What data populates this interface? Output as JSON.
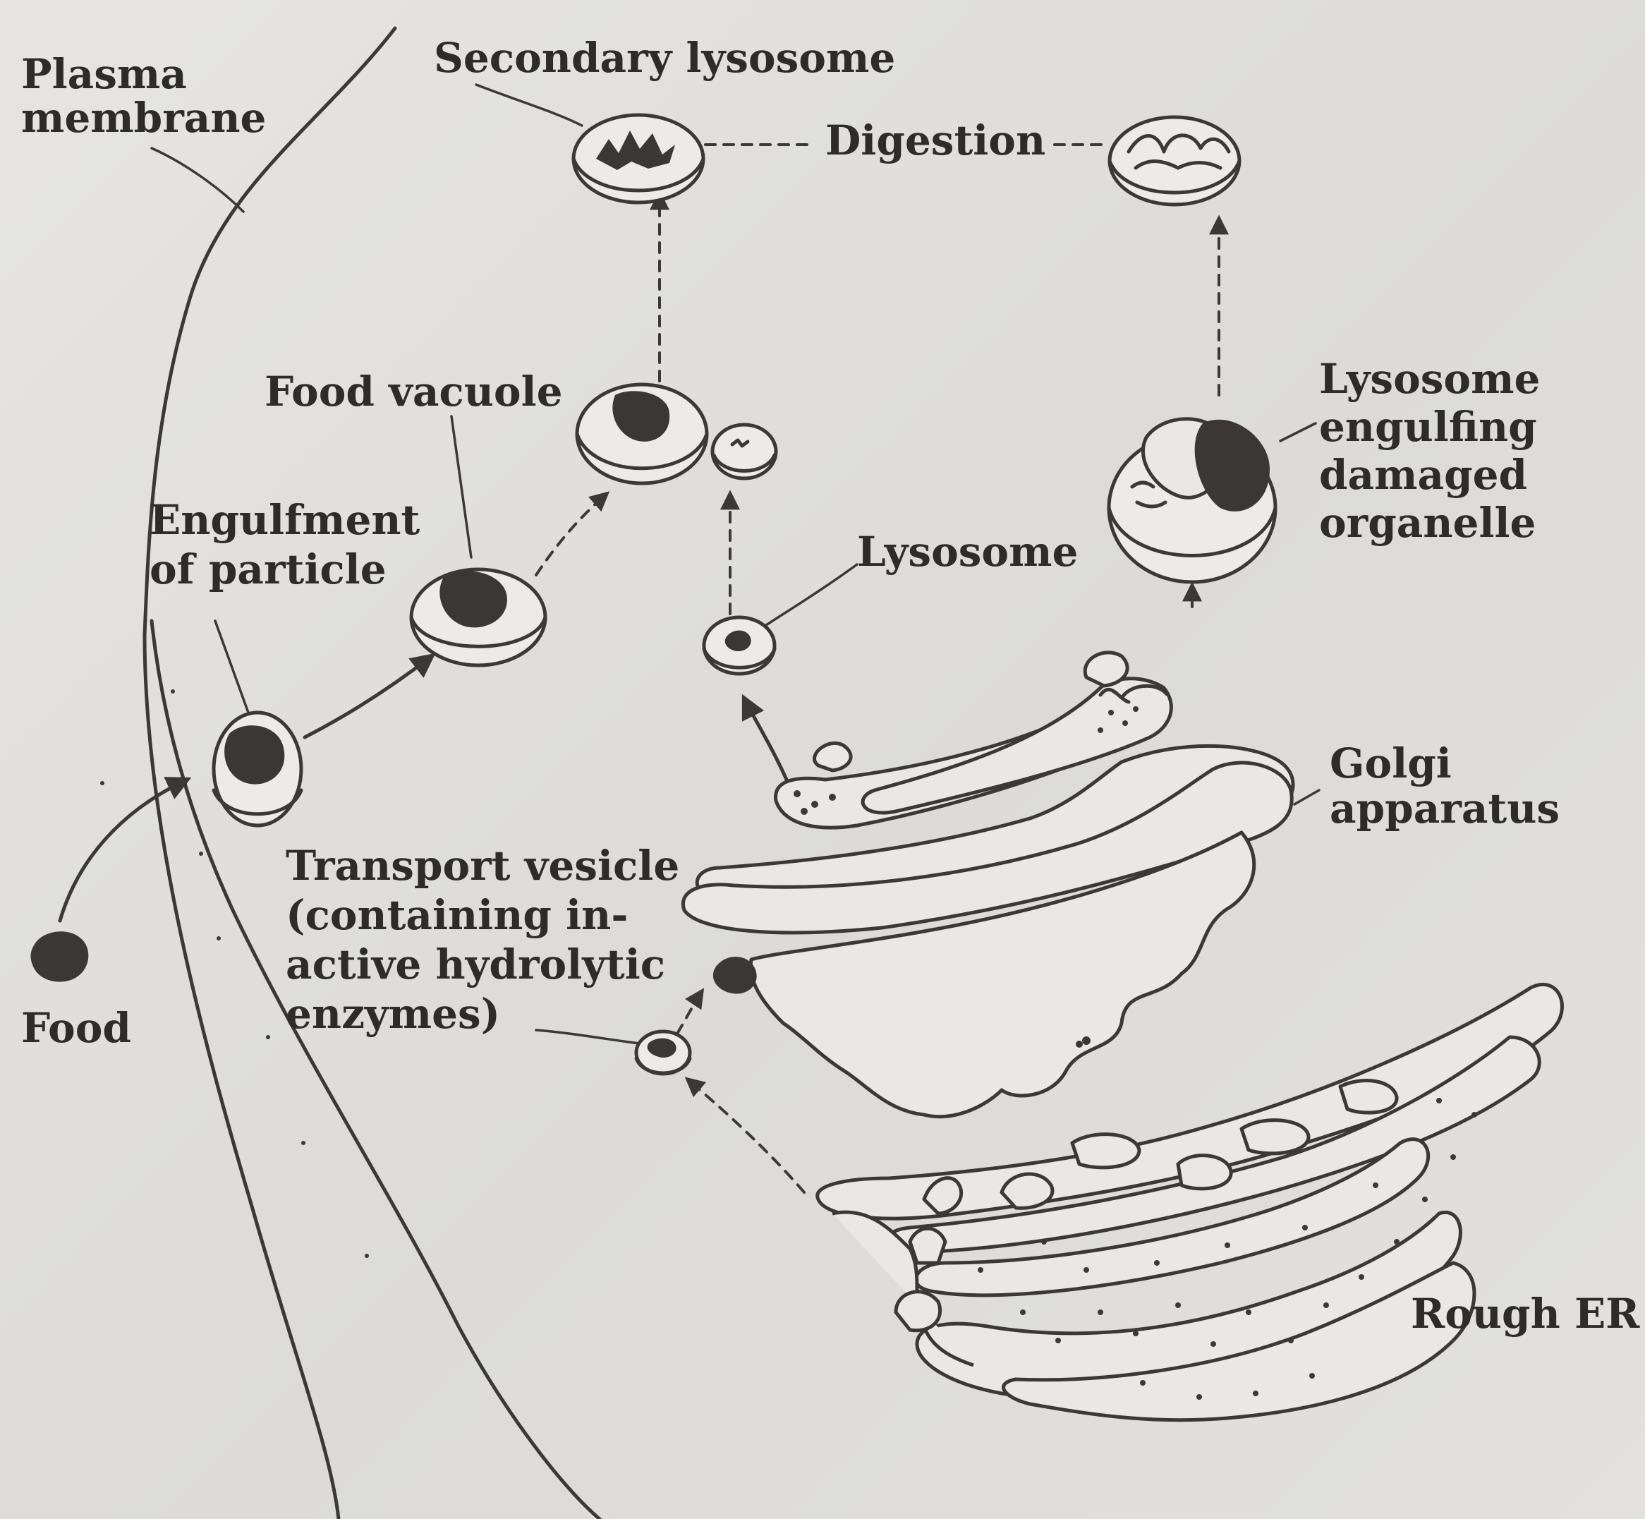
{
  "labels": {
    "plasma_membrane": [
      "Plasma",
      "membrane"
    ],
    "secondary_lysosome": "Secondary lysosome",
    "digestion": "Digestion",
    "food_vacuole": "Food vacuole",
    "lysosome_engulfing": [
      "Lysosome",
      "engulfing",
      "damaged",
      "organelle"
    ],
    "engulfment": [
      "Engulfment",
      "of particle"
    ],
    "lysosome": "Lysosome",
    "golgi": [
      "Golgi",
      "apparatus"
    ],
    "transport_vesicle": [
      "Transport vesicle",
      "(containing in-",
      "active hydrolytic",
      "enzymes)"
    ],
    "food": "Food",
    "rough_er": "Rough ER"
  }
}
